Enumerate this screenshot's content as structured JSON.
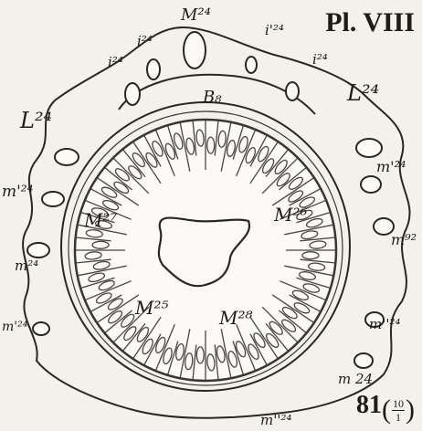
{
  "plate": {
    "title": "Pl. VIII",
    "figure_number": "81",
    "magnification_numerator": "10",
    "magnification_denominator": "1"
  },
  "labels": {
    "M24": "M²⁴",
    "i24_a": "i²⁴",
    "i24_b": "i²⁴",
    "i24_c": "i'²⁴",
    "i24_d": "i²⁴",
    "L24_left": "L²⁴",
    "L24_right": "L²⁴",
    "Bg": "B₈",
    "m24_left_top": "m'²⁴",
    "m24_left_mid": "m²⁴",
    "m24_left_bot": "m'²⁴",
    "m24_right_top": "m'²⁴",
    "m24_right_mid": "m⁹²",
    "m24_right_low": "m''²⁴",
    "m24_right_bot": "m 24",
    "m24_bottom": "m''²⁴",
    "M27": "M²⁷",
    "M26": "M²⁶",
    "M25": "M²⁵",
    "M28": "M²⁸"
  }
}
